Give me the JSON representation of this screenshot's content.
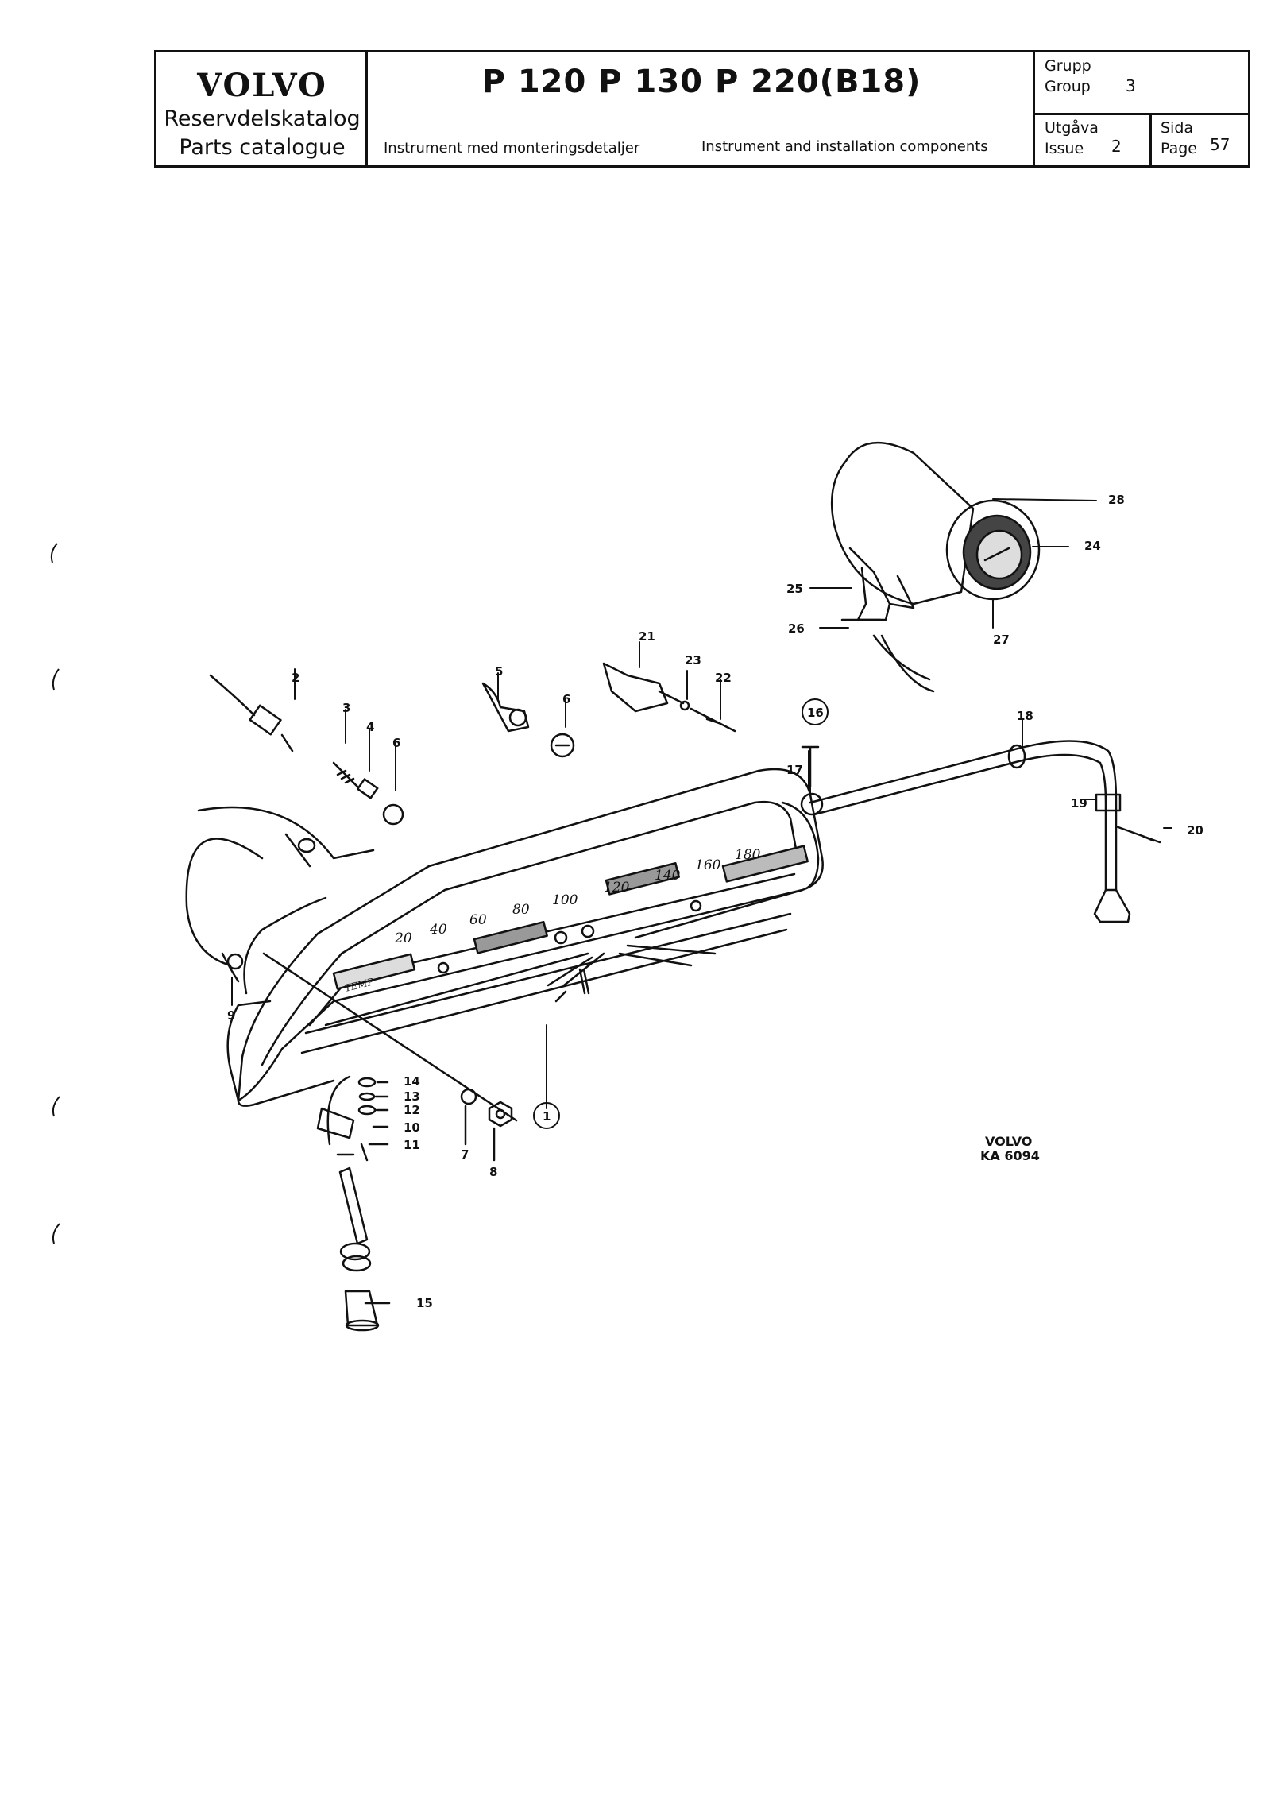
{
  "header": {
    "brand": "VOLVO",
    "catalog_sv": "Reservdelskatalog",
    "catalog_en": "Parts catalogue",
    "models": "P 120   P 130   P 220(B18)",
    "description_sv": "Instrument med monteringsdetaljer",
    "description_en": "Instrument and installation components",
    "group_label_sv": "Grupp",
    "group_label_en": "Group",
    "group_value": "3",
    "issue_label_sv": "Utgåva",
    "issue_label_en": "Issue",
    "issue_value": "2",
    "page_label_sv": "Sida",
    "page_label_en": "Page",
    "page_value": "57"
  },
  "diagram": {
    "callouts": [
      "1",
      "2",
      "3",
      "4",
      "5",
      "6",
      "6",
      "7",
      "8",
      "9",
      "10",
      "11",
      "12",
      "13",
      "14",
      "15",
      "16",
      "17",
      "18",
      "19",
      "20",
      "21",
      "22",
      "23",
      "24",
      "25",
      "26",
      "27",
      "28"
    ],
    "speedo_marks": [
      "20",
      "40",
      "60",
      "80",
      "100",
      "120",
      "140",
      "160",
      "180"
    ],
    "gauge_word": "TEMP",
    "drawing_code_line1": "VOLVO",
    "drawing_code_line2": "KA 6094"
  }
}
